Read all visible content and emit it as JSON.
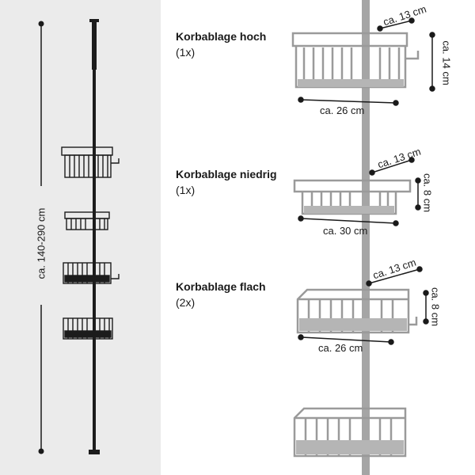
{
  "left": {
    "height_label": "ca. 140-290 cm"
  },
  "shelves": [
    {
      "title": "Korbablage hoch",
      "count": "(1x)",
      "depth": "ca. 13 cm",
      "height": "ca. 14 cm",
      "width": "ca. 26 cm"
    },
    {
      "title": "Korbablage niedrig",
      "count": "(1x)",
      "depth": "ca. 13 cm",
      "height": "ca. 8 cm",
      "width": "ca. 30 cm"
    },
    {
      "title": "Korbablage flach",
      "count": "(2x)",
      "depth": "ca. 13 cm",
      "height": "ca. 8 cm",
      "width": "ca. 26 cm"
    }
  ],
  "colors": {
    "pole": "#1c1c1c",
    "basket_ghost": "#9a9a9a",
    "pole_ghost": "#a5a5a5",
    "left_bg": "#ebebeb"
  }
}
